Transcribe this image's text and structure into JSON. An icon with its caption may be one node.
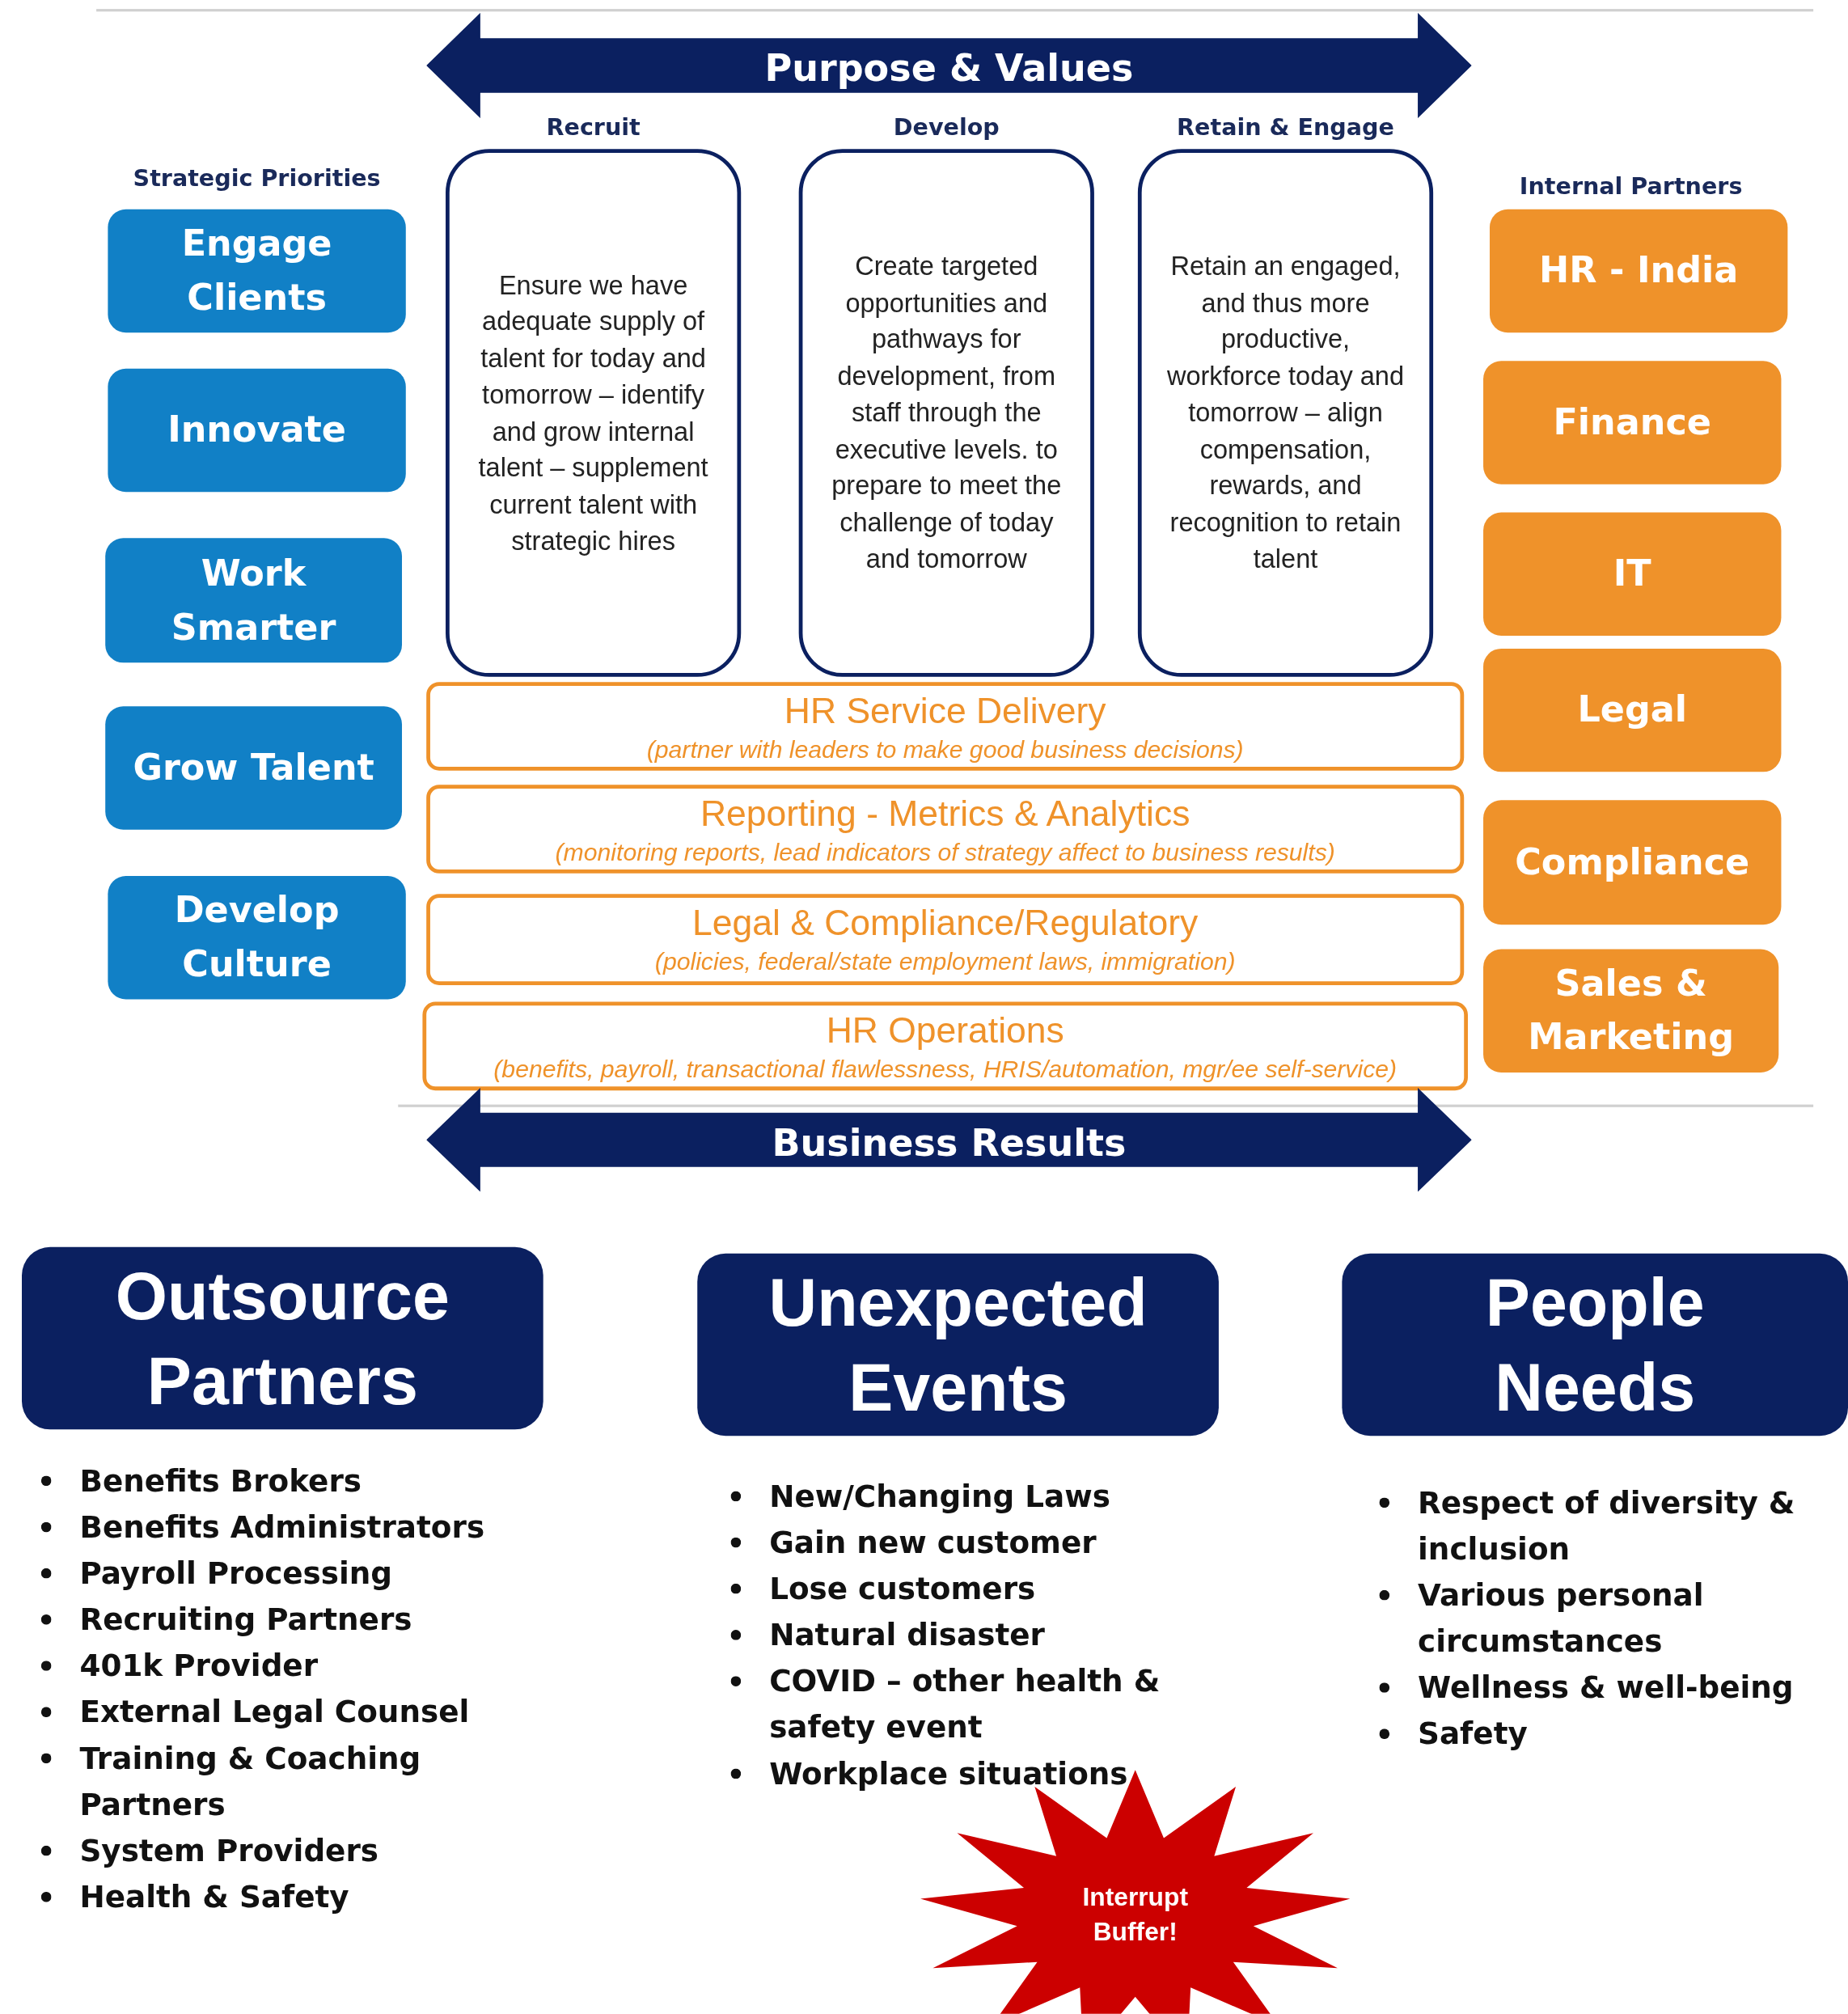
{
  "diagram": {
    "nodes": [
      {
        "text": [
          "Purpose & Values"
        ]
      },
      {
        "text": [
          "Recruit",
          "Ensure we have adequate supply of talent for today and tomorrow – identify and grow internal talent – supplement current talent with strategic hires"
        ]
      },
      {
        "text": [
          "Develop",
          "Create targeted opportunities and pathways for development, from staff through the executive levels. to prepare to meet the challenge of today and tomorrow"
        ]
      },
      {
        "text": [
          "Retain & Engage",
          "Retain an engaged, and thus more productive, workforce today and tomorrow – align compensation, rewards, and recognition to retain talent"
        ]
      },
      {
        "text": [
          "Engage Clients"
        ]
      },
      {
        "text": [
          "Innovate"
        ]
      },
      {
        "text": [
          "Work Smarter"
        ]
      },
      {
        "text": [
          "Grow Talent"
        ]
      },
      {
        "text": [
          "Develop Culture"
        ]
      },
      {
        "text": [
          "HR - India"
        ]
      },
      {
        "text": [
          "Finance"
        ]
      },
      {
        "text": [
          "IT"
        ]
      },
      {
        "text": [
          "Legal"
        ]
      },
      {
        "text": [
          "Compliance"
        ]
      },
      {
        "text": [
          "Sales & Marketing"
        ]
      },
      {
        "text": [
          "HR Service Delivery",
          "(partner with leaders to make good business decisions)"
        ]
      },
      {
        "text": [
          "Reporting - Metrics & Analytics",
          "(monitoring reports, lead indicators of strategy affect to business results)"
        ]
      },
      {
        "text": [
          "Legal & Compliance/Regulatory",
          "(policies, federal/state employment laws, immigration)"
        ]
      },
      {
        "text": [
          "HR Operations",
          "(benefits, payroll, transactional flawlessness, HRIS/automation, mgr/ee self-service)"
        ]
      },
      {
        "text": [
          "Business Results"
        ]
      },
      {
        "text": [
          "Outsource Partners"
        ]
      },
      {
        "text": [
          "Unexpected Events"
        ]
      },
      {
        "text": [
          "People Needs"
        ]
      },
      {
        "text": [
          "Interrupt Buffer!"
        ]
      }
    ],
    "labels": [
      "Strategic Priorities",
      "Internal Partners",
      "Benefits Brokers",
      "Benefits Administrators",
      "Payroll Processing",
      "Recruiting Partners",
      "401k Provider",
      "External Legal Counsel",
      "Training & Coaching Partners",
      "System Providers",
      "Health & Safety",
      "New/Changing Laws",
      "Gain new customer",
      "Lose customers",
      "Natural disaster",
      "COVID – other health & safety event",
      "Workplace situations",
      "Respect of diversity & inclusion",
      "Various personal circumstances",
      "Wellness & well-being",
      "Safety"
    ]
  }
}
